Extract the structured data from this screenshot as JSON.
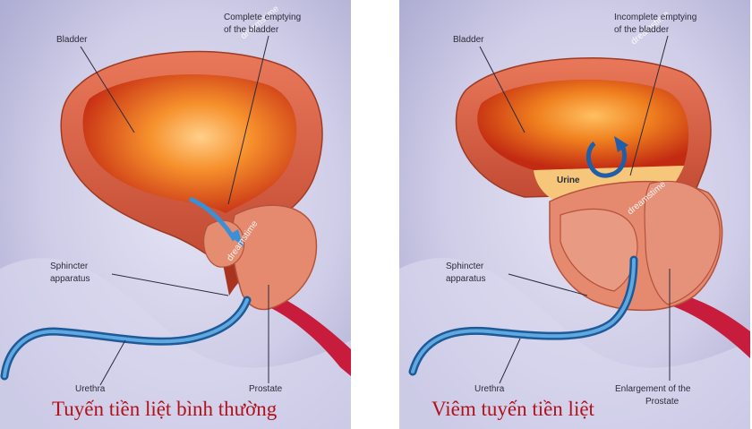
{
  "left_panel": {
    "labels": {
      "emptying_line1": "Complete emptying",
      "emptying_line2": "of the bladder",
      "bladder": "Bladder",
      "sphincter_line1": "Sphincter",
      "sphincter_line2": "apparatus",
      "urethra": "Urethra",
      "prostate": "Prostate"
    },
    "caption": "Tuyến tiền liệt bình thường"
  },
  "right_panel": {
    "labels": {
      "emptying_line1": "Incomplete emptying",
      "emptying_line2": "of the bladder",
      "bladder": "Bladder",
      "urine": "Urine",
      "sphincter_line1": "Sphincter",
      "sphincter_line2": "apparatus",
      "urethra": "Urethra",
      "enlargement_line1": "Enlargement of the",
      "enlargement_line2": "Prostate"
    },
    "caption": "Viêm tuyến tiền liệt"
  },
  "watermark": "dreamstime",
  "colors": {
    "background": "#c9c8e4",
    "bladder_wall": "#d9603f",
    "bladder_inner": "#f08a2a",
    "prostate": "#e58a6f",
    "urethra": "#2a6fb0",
    "caption": "#b0121b"
  }
}
